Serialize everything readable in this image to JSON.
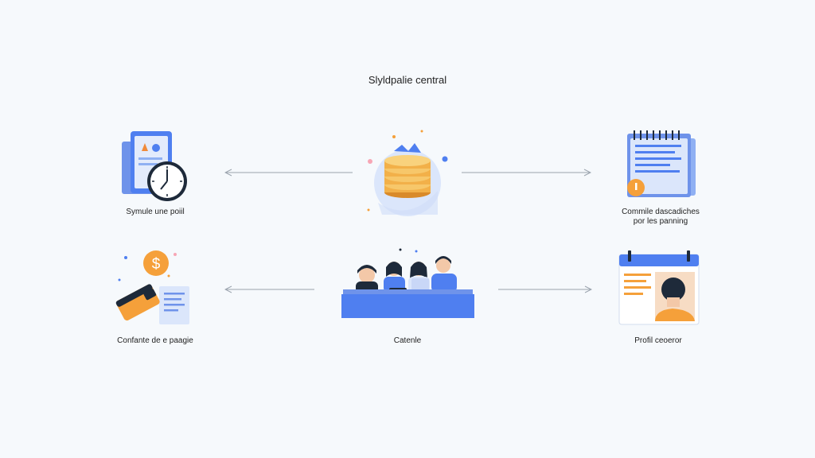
{
  "diagram": {
    "title": "Slyldpalie central",
    "nodes": {
      "top_left": {
        "label": "Symule une poiil",
        "icon": "document-clock-icon"
      },
      "top_center": {
        "icon": "coin-stack-icon"
      },
      "top_right": {
        "label_line1": "Commile dascadiches",
        "label_line2": "por les panning",
        "icon": "notepad-icon"
      },
      "bottom_left": {
        "label": "Confante de e paagie",
        "icon": "wallet-money-icon"
      },
      "bottom_center": {
        "label": "Catenle",
        "icon": "team-desk-icon"
      },
      "bottom_right": {
        "label": "Profil ceoeror",
        "icon": "calendar-profile-icon"
      }
    },
    "edges": [
      {
        "from": "top_center",
        "to": "top_left",
        "direction": "left"
      },
      {
        "from": "top_center",
        "to": "top_right",
        "direction": "right"
      },
      {
        "from": "bottom_center",
        "to": "bottom_left",
        "direction": "left"
      },
      {
        "from": "bottom_center",
        "to": "bottom_right",
        "direction": "right"
      }
    ],
    "colors": {
      "accent_blue": "#4f7ff0",
      "light_blue": "#dbe6fb",
      "orange": "#f5a03a",
      "dark": "#1e2a3a",
      "arrow": "#9aa3ad"
    }
  }
}
